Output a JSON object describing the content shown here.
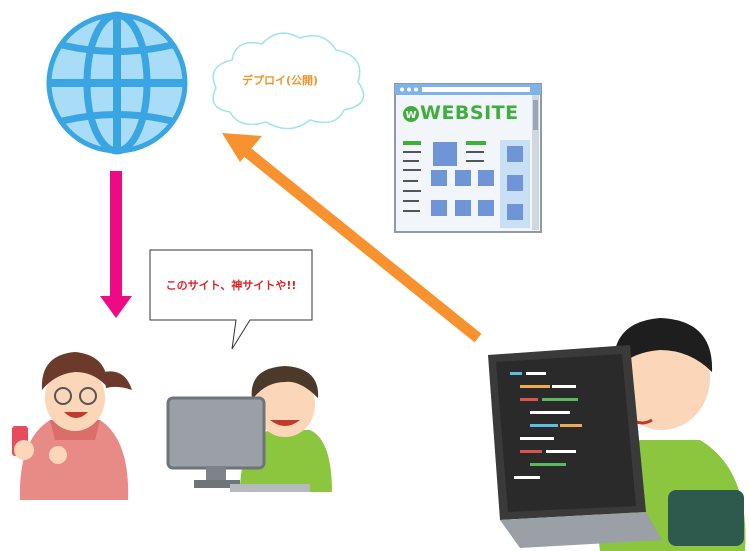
{
  "diagram": {
    "deploy_label": "デプロイ(公開)",
    "speech_text": "このサイト、神サイトや!!",
    "website_title": "WEBSITE",
    "website_logo_letter": "W"
  },
  "colors": {
    "globe": "#44b4ec",
    "pink_arrow": "#ee0a84",
    "orange_arrow": "#f7922e",
    "cloud_stroke": "#9fe3ef",
    "speech_text": "#e02424"
  }
}
